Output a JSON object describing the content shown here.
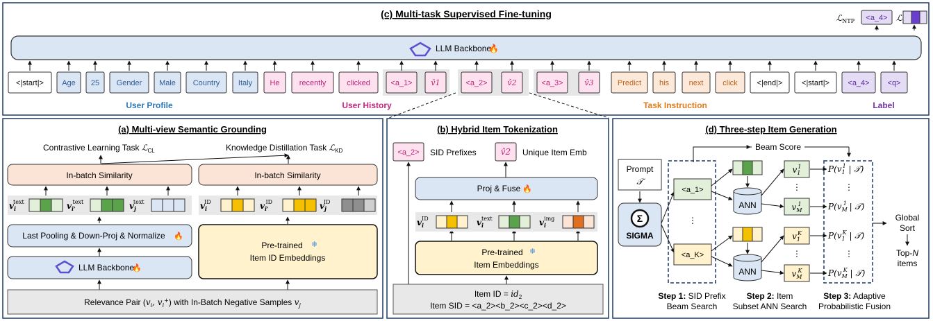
{
  "top": {
    "title": "(c) Multi-task Supervised Fine-tuning",
    "ntp_label": "ℒNTP",
    "ntp_token": "<a_4>",
    "infonce_label": "ℒInfoNCE",
    "backbone_label": "LLM Backbone",
    "tokens": [
      {
        "text": "<|start|>",
        "kind": "white"
      },
      {
        "text": "Age",
        "kind": "blue"
      },
      {
        "text": "25",
        "kind": "blue"
      },
      {
        "text": "Gender",
        "kind": "blue"
      },
      {
        "text": "Male",
        "kind": "blue"
      },
      {
        "text": "Country",
        "kind": "blue"
      },
      {
        "text": "Italy",
        "kind": "blue"
      },
      {
        "text": "He",
        "kind": "pink"
      },
      {
        "text": "recently",
        "kind": "pink"
      },
      {
        "text": "clicked",
        "kind": "pink"
      },
      {
        "text": "<a_1>",
        "kind": "pink"
      },
      {
        "text": "v̂1",
        "kind": "pink"
      },
      {
        "text": "<a_2>",
        "kind": "pink"
      },
      {
        "text": "v̂2",
        "kind": "pink"
      },
      {
        "text": "<a_3>",
        "kind": "pink"
      },
      {
        "text": "v̂3",
        "kind": "pink"
      },
      {
        "text": "Predict",
        "kind": "orange"
      },
      {
        "text": "his",
        "kind": "orange"
      },
      {
        "text": "next",
        "kind": "orange"
      },
      {
        "text": "click",
        "kind": "orange"
      },
      {
        "text": "<|end|>",
        "kind": "white"
      },
      {
        "text": "<|start|>",
        "kind": "white"
      },
      {
        "text": "<a_4>",
        "kind": "purple"
      },
      {
        "text": "<q>",
        "kind": "purple"
      }
    ],
    "groups": [
      {
        "text": "User Profile",
        "color": "#2e75b6"
      },
      {
        "text": "User History",
        "color": "#c0267a"
      },
      {
        "text": "Task Instruction",
        "color": "#e07b1a"
      },
      {
        "text": "Label",
        "color": "#7030a0"
      }
    ]
  },
  "panel_a": {
    "title": "(a) Multi-view Semantic Grounding",
    "contrastive_task": "Contrastive Learning Task ℒCL",
    "distill_task": "Knowledge Distillation Task ℒKD",
    "sim_left": "In-batch Similarity",
    "sim_right": "In-batch Similarity",
    "vec_labels": [
      "v_i^text",
      "v_i'^text",
      "v_j^text",
      "v_i^ID",
      "v_i'^ID",
      "v_j^ID"
    ],
    "pooling": "Last Pooling & Down-Proj & Normalize",
    "backbone": "LLM Backbone",
    "pretrained_line1": "Pre-trained",
    "pretrained_line2": "Item ID Embeddings",
    "bottom": "Relevance Pair (vi, vi+) with In-Batch Negative Samples vj"
  },
  "panel_b": {
    "title": "(b) Hybrid Item Tokenization",
    "sid_token": "<a_2>",
    "sid_label": "SID Prefixes",
    "emb_token": "v̂2",
    "emb_label": "Unique Item Emb",
    "proj": "Proj & Fuse",
    "vec_labels": [
      "v_i^ID",
      "v_i^text",
      "v_i^img"
    ],
    "pretrained_line1": "Pre-trained",
    "pretrained_line2": "Item Embeddings",
    "item_id": "Item ID = id2",
    "item_sid": "Item SID = <a_2><b_2><c_2><d_2>"
  },
  "panel_d": {
    "title": "(d) Three-step Item Generation",
    "beam_score": "Beam Score",
    "prompt": "Prompt",
    "prompt_sym": "𝒯",
    "sigma": "SIGMA",
    "a1": "<a_1>",
    "aK": "<a_K>",
    "ann": "ANN",
    "v_top": [
      "v1^1",
      "vM^1"
    ],
    "v_bot": [
      "v1^K",
      "vM^K"
    ],
    "probs": [
      "P(v1^1 | 𝒯)",
      "P(vM^1 | 𝒯)",
      "P(v1^K | 𝒯)",
      "P(vM^K | 𝒯)"
    ],
    "global_sort": "Global Sort",
    "top_n": "Top-N items",
    "steps": [
      {
        "bold": "Step 1:",
        "l1": " SID Prefix",
        "l2": "Beam Search"
      },
      {
        "bold": "Step 2:",
        "l1": " Item",
        "l2": "Subset ANN Search"
      },
      {
        "bold": "Step 3:",
        "l1": " Adaptive",
        "l2": "Probabilistic Fusion"
      }
    ]
  },
  "colors": {
    "blue_fill": "#dbe6f5",
    "pink_fill": "#fde1ef",
    "orange_fill": "#fde9d9",
    "purple_fill": "#e4dcf5",
    "green": "#5aa34a",
    "yellow": "#f5c000",
    "gray": "#8f8f8f",
    "orange": "#e07020",
    "purple": "#6a3fd0"
  }
}
